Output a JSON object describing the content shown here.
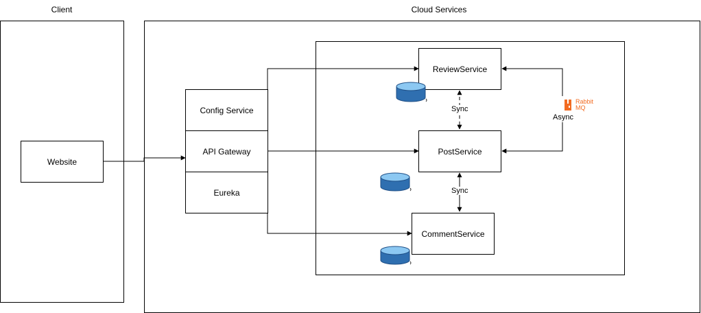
{
  "regions": {
    "client": {
      "title": "Client"
    },
    "cloud": {
      "title": "Cloud Services"
    }
  },
  "nodes": {
    "website": "Website",
    "config_service": "Config Service",
    "api_gateway": "API Gateway",
    "eureka": "Eureka",
    "review_service": "ReviewService",
    "post_service": "PostService",
    "comment_service": "CommentService"
  },
  "edges": {
    "review_post": "Sync",
    "post_comment": "Sync",
    "broker": "Async"
  },
  "broker_logo": {
    "line1": "Rabbit",
    "line2": "MQ",
    "color": "#f26b21"
  },
  "database_icon_color": "#3a86c8"
}
